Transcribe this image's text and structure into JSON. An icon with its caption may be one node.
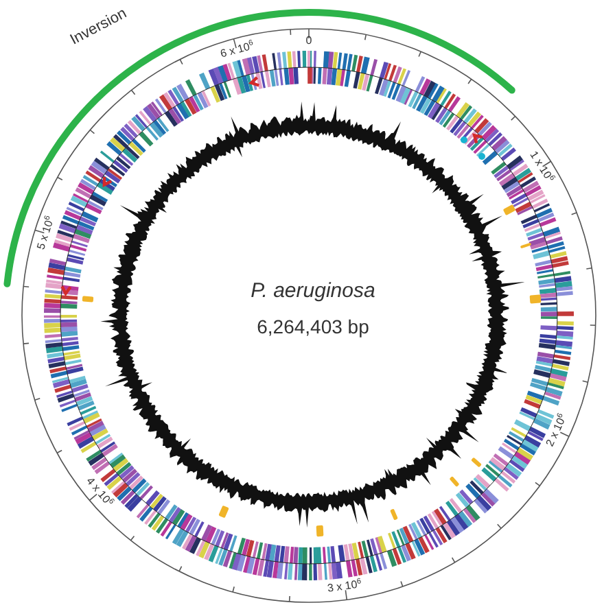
{
  "diagram": {
    "labels": [
      "Inversion",
      "6 x 10$^{6}$",
      "0",
      "1 x 10$^{6}$",
      "5 x 10$^{6}$",
      "P. aeruginosa",
      "6,264,403 bp",
      "2 x 10$^{6}$",
      "4 x 10$^{6}$",
      "3 x 10$^{6}$"
    ]
  }
}
